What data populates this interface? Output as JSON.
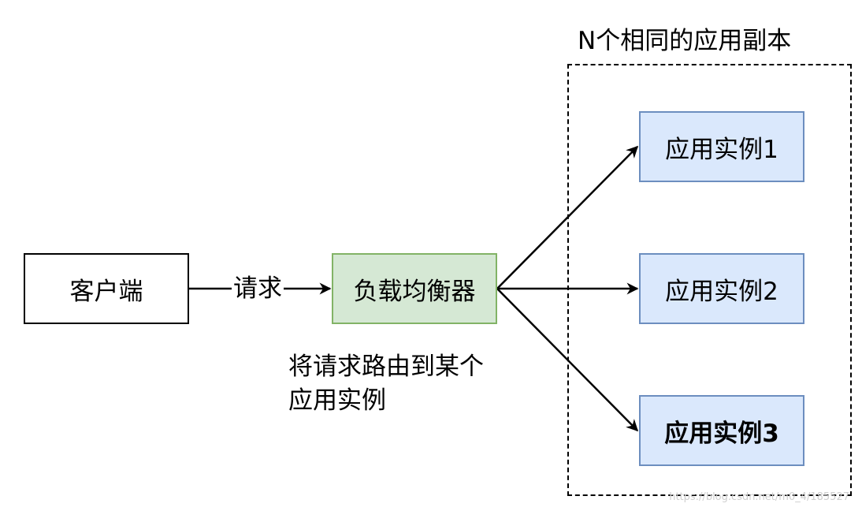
{
  "group": {
    "label": "N个相同的应用副本"
  },
  "nodes": {
    "client": "客户端",
    "load_balancer": "负载均衡器",
    "instance1": "应用实例1",
    "instance2": "应用实例2",
    "instance3": "应用实例3"
  },
  "edges": {
    "request_label": "请求"
  },
  "note": {
    "line1": "将请求路由到某个",
    "line2": "应用实例"
  },
  "watermark": "https://blog.csdn.net/m0_4/185527",
  "colors": {
    "lb_fill": "#d5e8d4",
    "lb_stroke": "#82b366",
    "instance_fill": "#dae8fc",
    "instance_stroke": "#6c8ebf"
  }
}
